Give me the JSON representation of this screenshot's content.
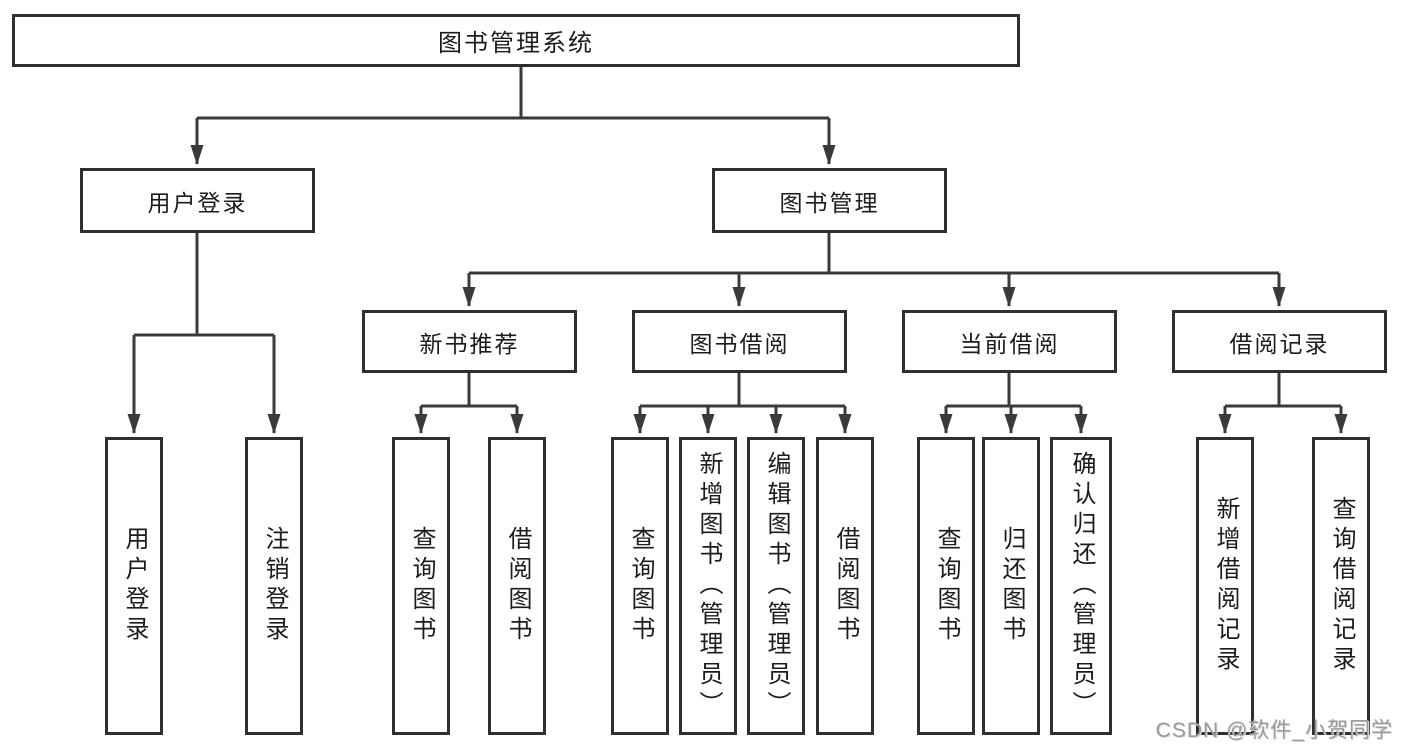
{
  "tree": {
    "root": "图书管理系统",
    "branches": [
      {
        "label": "用户登录",
        "children": [
          "用户登录",
          "注销登录"
        ]
      },
      {
        "label": "图书管理",
        "sections": [
          {
            "label": "新书推荐",
            "children": [
              "查询图书",
              "借阅图书"
            ]
          },
          {
            "label": "图书借阅",
            "children": [
              "查询图书",
              "新增图书（管理员）",
              "编辑图书（管理员）",
              "借阅图书"
            ]
          },
          {
            "label": "当前借阅",
            "children": [
              "查询图书",
              "归还图书",
              "确认归还（管理员）"
            ]
          },
          {
            "label": "借阅记录",
            "children": [
              "新增借阅记录",
              "查询借阅记录"
            ]
          }
        ]
      }
    ]
  },
  "watermark": "CSDN @软件_小贺同学",
  "colors": {
    "line": "#3a3a3a",
    "border": "#2f2f2f",
    "text": "#1c1c1c",
    "watermark_gray": "#9a9a9a",
    "background": "#ffffff"
  }
}
